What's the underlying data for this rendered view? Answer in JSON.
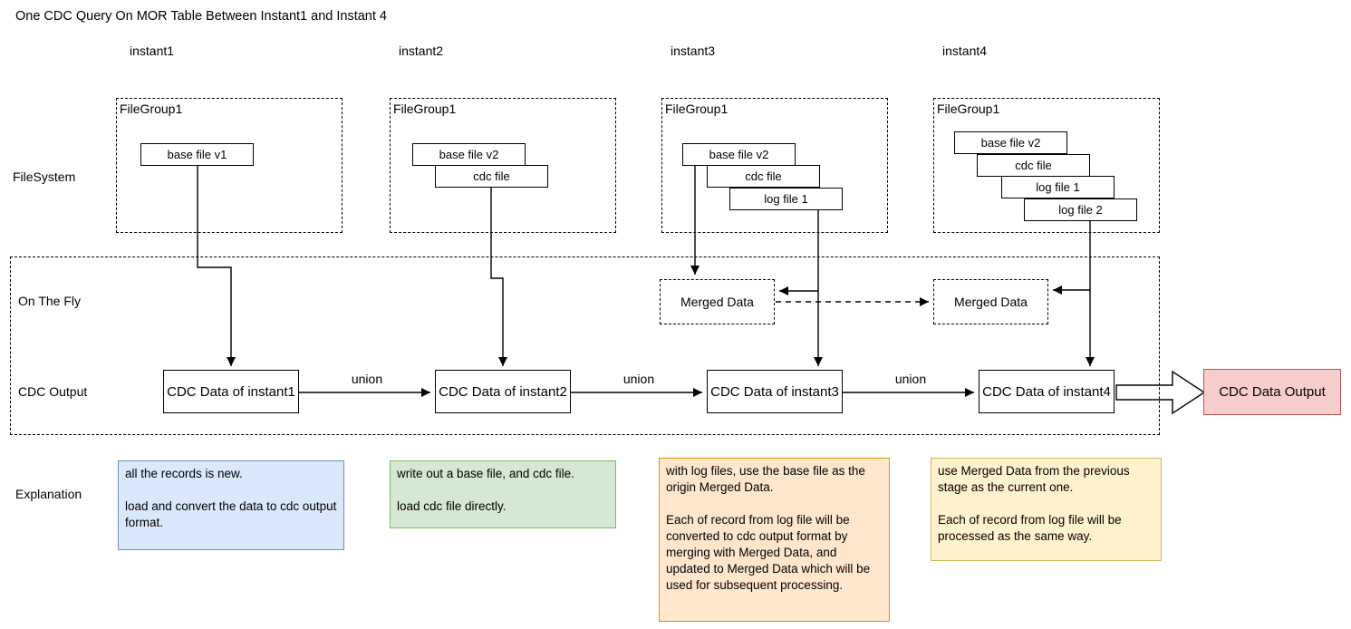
{
  "title": "One CDC Query On MOR Table Between Instant1 and Instant 4",
  "rows": {
    "filesystem": "FileSystem",
    "on_the_fly": "On The Fly",
    "cdc_output": "CDC Output",
    "explanation": "Explanation"
  },
  "union_label": "union",
  "output_box": "CDC Data Output",
  "columns": [
    {
      "instant": "instant1",
      "filegroup": "FileGroup1",
      "files": [
        "base file v1"
      ],
      "cdc_box": "CDC Data of instant1",
      "explanation": "all the records is new.\n\nload and convert the data to cdc output format."
    },
    {
      "instant": "instant2",
      "filegroup": "FileGroup1",
      "files": [
        "base file v2",
        "cdc file"
      ],
      "cdc_box": "CDC Data of instant2",
      "explanation": "write out a base file, and cdc file.\n\nload cdc file directly."
    },
    {
      "instant": "instant3",
      "filegroup": "FileGroup1",
      "files": [
        "base file v2",
        "cdc file",
        "log file 1"
      ],
      "merged": "Merged Data",
      "cdc_box": "CDC Data of instant3",
      "explanation": "with log files, use the base file as the origin Merged Data.\n\nEach of record from log file will be converted to cdc output format by merging with Merged Data, and updated to Merged Data which will be used for subsequent processing."
    },
    {
      "instant": "instant4",
      "filegroup": "FileGroup1",
      "files": [
        "base file v2",
        "cdc file",
        "log file 1",
        "log file 2"
      ],
      "merged": "Merged Data",
      "cdc_box": "CDC Data of instant4",
      "explanation": "use Merged Data from the previous stage as the current one.\n\nEach of record from log file will be processed as the same way."
    }
  ],
  "colors": {
    "explanation_blue_fill": "#dae8fc",
    "explanation_blue_border": "#6c8ebf",
    "explanation_green_fill": "#d5e8d4",
    "explanation_green_border": "#82b366",
    "explanation_orange_fill": "#ffe6cc",
    "explanation_orange_border": "#d79b00",
    "explanation_yellow_fill": "#fff2cc",
    "explanation_yellow_border": "#d6b656",
    "output_fill": "#f8cecc",
    "output_border": "#b85450",
    "line": "#000000"
  }
}
